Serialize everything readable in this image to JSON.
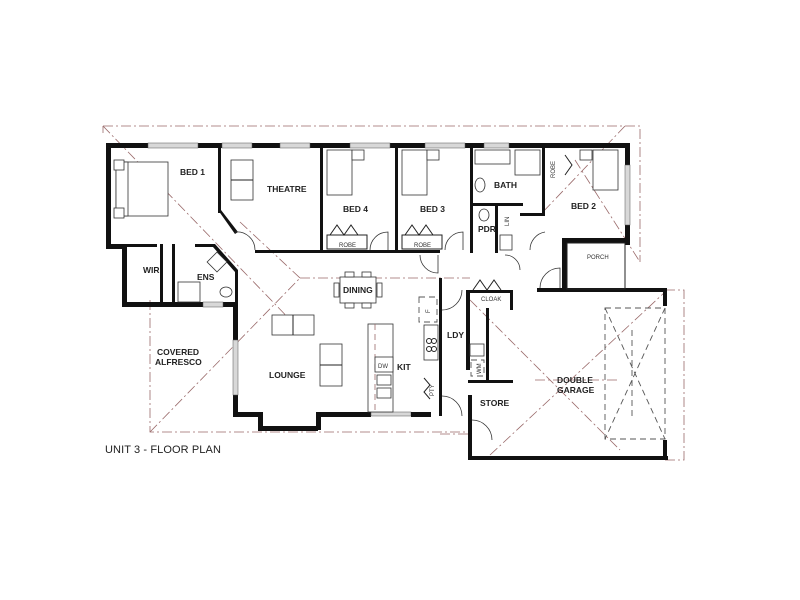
{
  "plan": {
    "caption": "UNIT 3 - FLOOR PLAN",
    "colors": {
      "wall": "#111111",
      "roof_line": "#9a6a6a",
      "background": "#ffffff"
    },
    "rooms": {
      "bed1": "BED 1",
      "theatre": "THEATRE",
      "bed4": "BED 4",
      "bed3": "BED 3",
      "bath": "BATH",
      "bed2": "BED 2",
      "pdr": "PDR",
      "lin": "LIN",
      "robe_bed2": "ROBE",
      "robe_bed4": "ROBE",
      "robe_bed3": "ROBE",
      "porch": "PORCH",
      "wir": "WIR",
      "ens": "ENS",
      "dining": "DINING",
      "covered_alfresco_line1": "COVERED",
      "covered_alfresco_line2": "ALFRESCO",
      "lounge": "LOUNGE",
      "kit": "KIT",
      "dw": "DW",
      "pty": "PTY",
      "fridge": "F",
      "ldy": "LDY",
      "cloak": "CLOAK",
      "wm": "WM",
      "store": "STORE",
      "double_garage_line1": "DOUBLE",
      "double_garage_line2": "GARAGE"
    }
  }
}
